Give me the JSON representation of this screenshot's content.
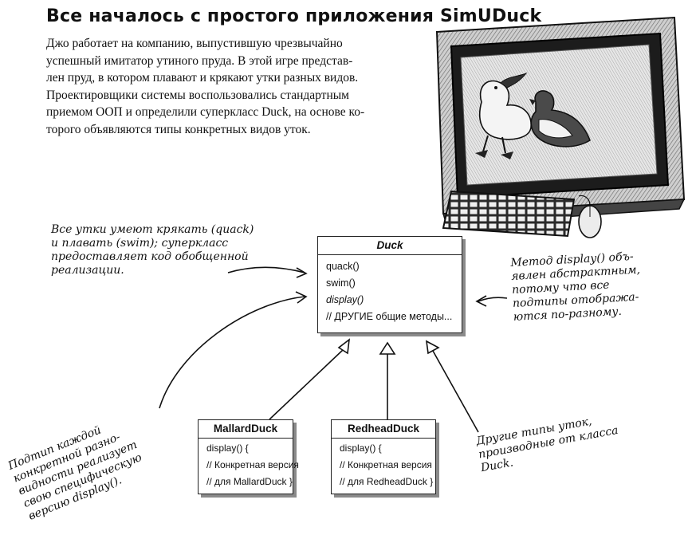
{
  "title": "Все началось с простого приложения SimUDuck",
  "intro_lines": [
    "Джо работает на компанию, выпустившую чрезвычайно",
    "успешный имитатор утиного пруда. В этой игре представ-",
    "лен пруд, в котором плавают и крякают утки разных видов.",
    "Проектировщики системы воспользовались стандартным",
    "приемом ООП и определили суперкласс Duck, на основе ко-",
    "торого объявляются типы конкретных видов уток."
  ],
  "duck_class": {
    "name": "Duck",
    "methods": [
      "quack()",
      "swim()",
      "display()",
      "// ДРУГИЕ общие методы..."
    ]
  },
  "mallard_class": {
    "name": "MallardDuck",
    "lines": [
      "display() {",
      "// Конкретная версия",
      "// для MallardDuck }"
    ]
  },
  "redhead_class": {
    "name": "RedheadDuck",
    "lines": [
      "display() {",
      "// Конкретная версия",
      "// для RedheadDuck }"
    ]
  },
  "note_quack": [
    "Все утки умеют крякать (quack)",
    "и плавать (swim); суперкласс",
    "предоставляет код обобщенной",
    "реализации."
  ],
  "note_display": [
    "Метод display() объ-",
    "явлен абстрактным,",
    "потому что все",
    "подтипы отобража-",
    "ются по-разному."
  ],
  "note_subtype": [
    "Подтип каждой",
    "конкретной разно-",
    "видности реализует",
    "свою специфическую",
    "версию display()."
  ],
  "note_others": [
    "Другие типы уток,",
    "производные от класса",
    "Duck."
  ]
}
